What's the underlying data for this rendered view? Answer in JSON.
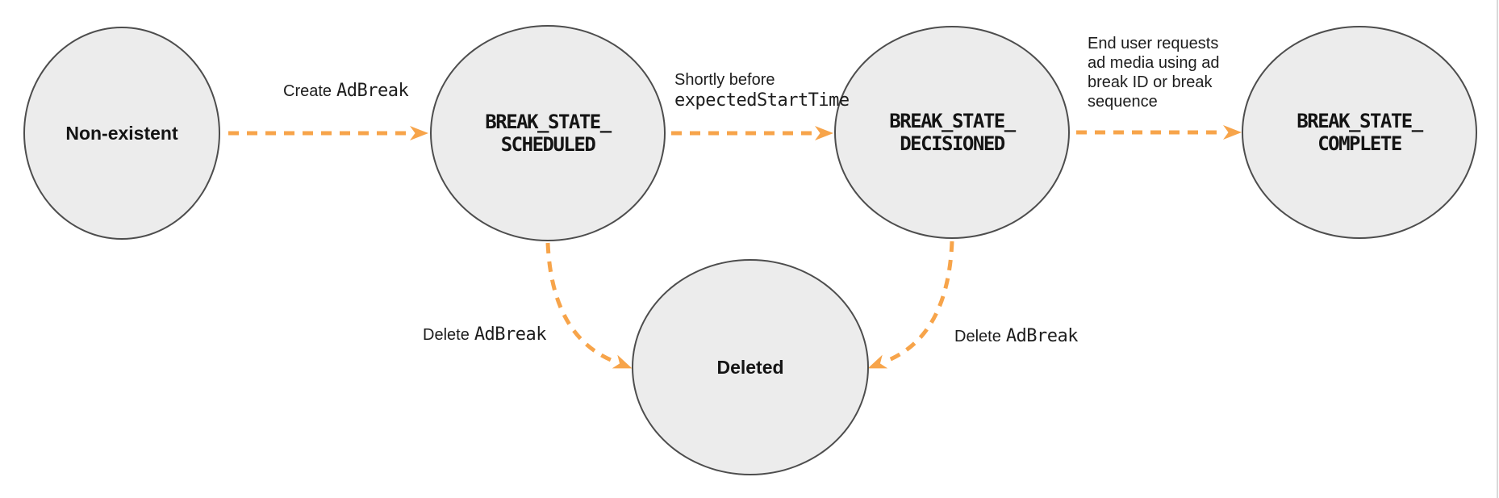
{
  "diagram": {
    "title_context": "Ad break state transition diagram",
    "colors": {
      "background": "#ffffff",
      "arrow_orange": "#f7a44a",
      "node_fill": "#ececec",
      "node_border": "#4d4d4d",
      "text": "#1d1d1d",
      "page_edge_rule": "#d9d9d9"
    },
    "nodes": [
      {
        "id": "non-existent",
        "label": "Non-existent"
      },
      {
        "id": "break-state-scheduled",
        "line1": "BREAK_STATE_",
        "line2": "SCHEDULED"
      },
      {
        "id": "break-state-decisioned",
        "line1": "BREAK_STATE_",
        "line2": "DECISIONED"
      },
      {
        "id": "break-state-complete",
        "line1": "BREAK_STATE_",
        "line2": "COMPLETE"
      },
      {
        "id": "deleted",
        "label": "Deleted"
      }
    ],
    "edges": [
      {
        "from": "non-existent",
        "to": "break-state-scheduled",
        "label_text": "Create",
        "label_code": "AdBreak"
      },
      {
        "from": "break-state-scheduled",
        "to": "break-state-decisioned",
        "label_text": "Shortly before",
        "label_code": "expectedStartTime"
      },
      {
        "from": "break-state-decisioned",
        "to": "break-state-complete",
        "label_lines": [
          "End user requests",
          "ad media using ad",
          "break ID or break",
          "sequence"
        ]
      },
      {
        "from": "break-state-scheduled",
        "to": "deleted",
        "label_text": "Delete",
        "label_code": "AdBreak"
      },
      {
        "from": "break-state-decisioned",
        "to": "deleted",
        "label_text": "Delete",
        "label_code": "AdBreak"
      }
    ]
  }
}
